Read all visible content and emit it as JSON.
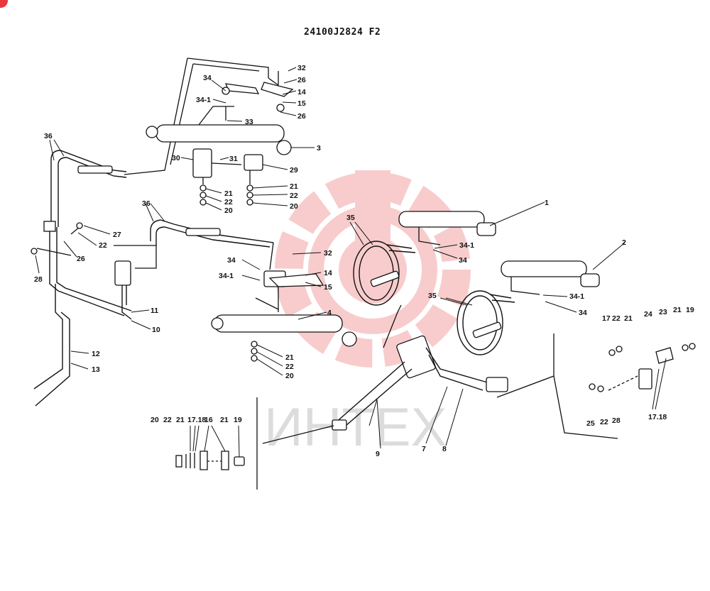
{
  "document": {
    "code": "24100J2824  F2"
  },
  "watermark": {
    "text": "ИНТЕХ",
    "color": "#f4a3a3"
  },
  "accent_color": "#e8383d",
  "callouts": [
    {
      "id": "c32a",
      "text": "32"
    },
    {
      "id": "c26a",
      "text": "26"
    },
    {
      "id": "c14a",
      "text": "14"
    },
    {
      "id": "c15a",
      "text": "15"
    },
    {
      "id": "c26b",
      "text": "26"
    },
    {
      "id": "c34a",
      "text": "34"
    },
    {
      "id": "c341a",
      "text": "34-1"
    },
    {
      "id": "c33",
      "text": "33"
    },
    {
      "id": "c3",
      "text": "3"
    },
    {
      "id": "c30",
      "text": "30"
    },
    {
      "id": "c31",
      "text": "31"
    },
    {
      "id": "c29",
      "text": "29"
    },
    {
      "id": "c21a",
      "text": "21"
    },
    {
      "id": "c22a",
      "text": "22"
    },
    {
      "id": "c20a",
      "text": "20"
    },
    {
      "id": "c21b",
      "text": "21"
    },
    {
      "id": "c22b",
      "text": "22"
    },
    {
      "id": "c20b",
      "text": "20"
    },
    {
      "id": "c36a",
      "text": "36"
    },
    {
      "id": "c36b",
      "text": "36"
    },
    {
      "id": "c27",
      "text": "27"
    },
    {
      "id": "c22c",
      "text": "22"
    },
    {
      "id": "c26c",
      "text": "26"
    },
    {
      "id": "c28a",
      "text": "28"
    },
    {
      "id": "c32b",
      "text": "32"
    },
    {
      "id": "c34b",
      "text": "34"
    },
    {
      "id": "c341b",
      "text": "34-1"
    },
    {
      "id": "c14b",
      "text": "14"
    },
    {
      "id": "c15b",
      "text": "15"
    },
    {
      "id": "c4",
      "text": "4"
    },
    {
      "id": "c11",
      "text": "11"
    },
    {
      "id": "c10",
      "text": "10"
    },
    {
      "id": "c21c",
      "text": "21"
    },
    {
      "id": "c22d",
      "text": "22"
    },
    {
      "id": "c20c",
      "text": "20"
    },
    {
      "id": "c12",
      "text": "12"
    },
    {
      "id": "c13",
      "text": "13"
    },
    {
      "id": "c1",
      "text": "1"
    },
    {
      "id": "c35a",
      "text": "35"
    },
    {
      "id": "c341c",
      "text": "34-1"
    },
    {
      "id": "c34c",
      "text": "34"
    },
    {
      "id": "c2",
      "text": "2"
    },
    {
      "id": "c35b",
      "text": "35"
    },
    {
      "id": "c341d",
      "text": "34-1"
    },
    {
      "id": "c34d",
      "text": "34"
    },
    {
      "id": "c17a",
      "text": "17"
    },
    {
      "id": "c22e",
      "text": "22"
    },
    {
      "id": "c21d",
      "text": "21"
    },
    {
      "id": "c24",
      "text": "24"
    },
    {
      "id": "c23",
      "text": "23"
    },
    {
      "id": "c21e",
      "text": "21"
    },
    {
      "id": "c19a",
      "text": "19"
    },
    {
      "id": "c1718a",
      "text": "17.18"
    },
    {
      "id": "c25",
      "text": "25"
    },
    {
      "id": "c22f",
      "text": "22"
    },
    {
      "id": "c28b",
      "text": "28"
    },
    {
      "id": "c9",
      "text": "9"
    },
    {
      "id": "c7",
      "text": "7"
    },
    {
      "id": "c8",
      "text": "8"
    },
    {
      "id": "c20d",
      "text": "20"
    },
    {
      "id": "c22g",
      "text": "22"
    },
    {
      "id": "c21f",
      "text": "21"
    },
    {
      "id": "c1718b",
      "text": "17.18"
    },
    {
      "id": "c16",
      "text": "16"
    },
    {
      "id": "c21g",
      "text": "21"
    },
    {
      "id": "c19b",
      "text": "19"
    }
  ]
}
